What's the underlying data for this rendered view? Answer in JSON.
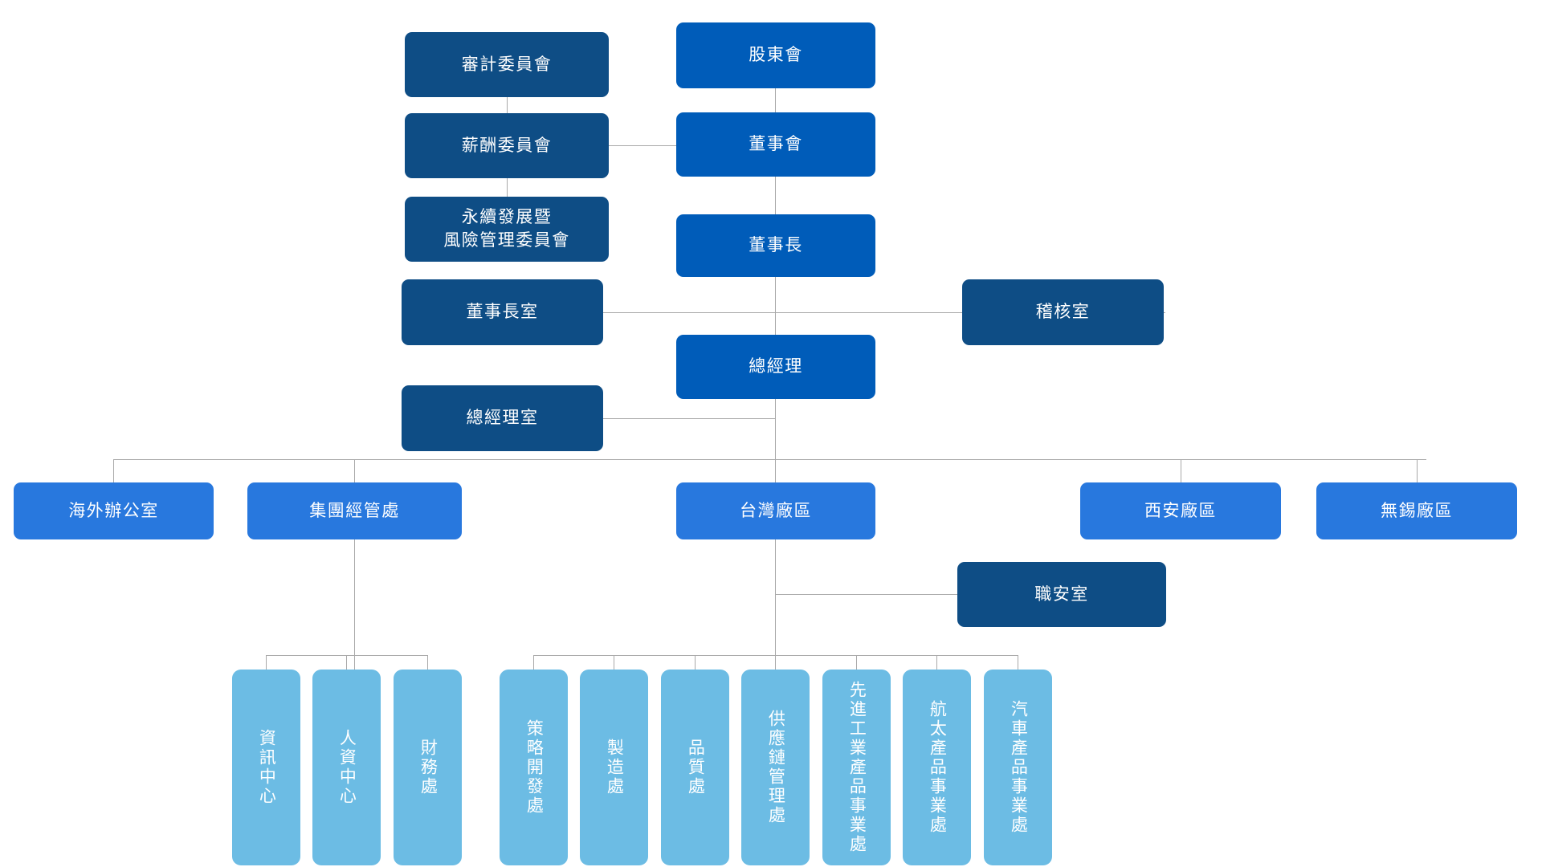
{
  "chart_title": "",
  "colors": {
    "navy": "#0E4D85",
    "blue": "#005CB9",
    "bright": "#2878DE",
    "light": "#6CBCE4",
    "connector": "#a9a9a9",
    "background": "#ffffff",
    "text": "#ffffff"
  },
  "governance_committees": [
    {
      "label": "審計委員會"
    },
    {
      "label": "薪酬委員會"
    },
    {
      "label_line1": "永續發展暨",
      "label_line2": "風險管理委員會"
    },
    {
      "label": "董事長室"
    },
    {
      "label": "總經理室"
    }
  ],
  "core_chain": [
    {
      "label": "股東會"
    },
    {
      "label": "董事會"
    },
    {
      "label": "董事長"
    },
    {
      "label": "總經理"
    }
  ],
  "staff_units": [
    {
      "label": "稽核室"
    },
    {
      "label": "職安室"
    }
  ],
  "divisions": [
    {
      "label": "海外辦公室"
    },
    {
      "label": "集團經管處"
    },
    {
      "label": "台灣廠區"
    },
    {
      "label": "西安廠區"
    },
    {
      "label": "無錫廠區"
    }
  ],
  "group_management_departments": [
    {
      "label": "資訊中心"
    },
    {
      "label": "人資中心"
    },
    {
      "label": "財務處"
    }
  ],
  "taiwan_plant_departments": [
    {
      "label": "策略開發處"
    },
    {
      "label": "製造處"
    },
    {
      "label": "品質處"
    },
    {
      "label": "供應鏈管理處"
    },
    {
      "label": "先進工業產品事業處"
    },
    {
      "label": "航太產品事業處"
    },
    {
      "label": "汽車產品事業處"
    }
  ]
}
